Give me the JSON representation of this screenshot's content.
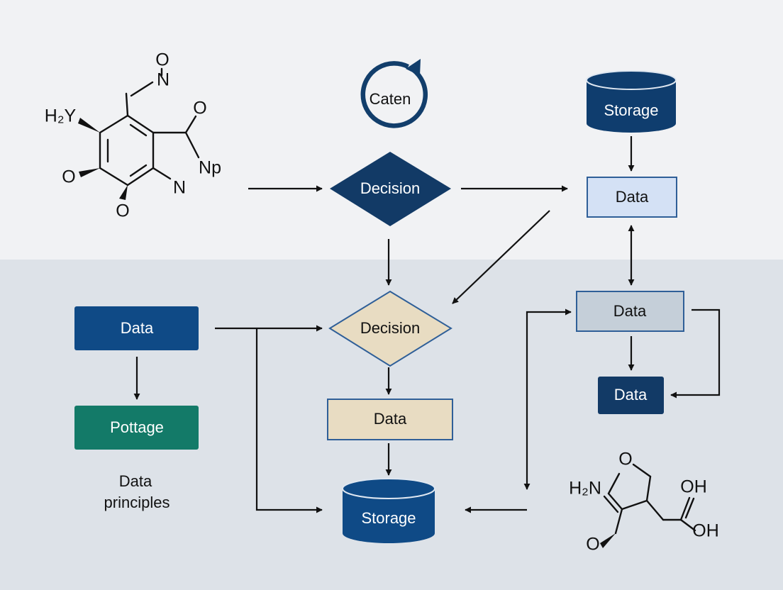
{
  "colors": {
    "navy": "#0f3d6e",
    "dark_navy": "#123a66",
    "beige": "#e8dcc2",
    "light_blue": "#d4e1f5",
    "grey_blue": "#c5cfd9",
    "teal": "#137a68",
    "background_top": "#f1f2f4",
    "background_bottom": "#dde2e8"
  },
  "nodes": {
    "caten": "Caten",
    "storage_top": "Storage",
    "decision_top": "Decision",
    "data_right_top": "Data",
    "data_left": "Data",
    "decision_mid": "Decision",
    "data_right_mid": "Data",
    "pottage": "Pottage",
    "data_center": "Data",
    "data_right_bottom": "Data",
    "storage_bottom": "Storage"
  },
  "caption": {
    "line1": "Data",
    "line2": "principles"
  },
  "molecule_top_labels": {
    "o_top": "O",
    "n_top": "N",
    "h2y": "H₂Y",
    "o_ring": "O",
    "np": "Np",
    "o_left": "O",
    "n_ring": "N",
    "o_bottom": "O"
  },
  "molecule_bottom_labels": {
    "h2n": "H₂N",
    "o_ring": "O",
    "oh_top": "OH",
    "oh_bottom": "OH",
    "o_left": "O"
  }
}
